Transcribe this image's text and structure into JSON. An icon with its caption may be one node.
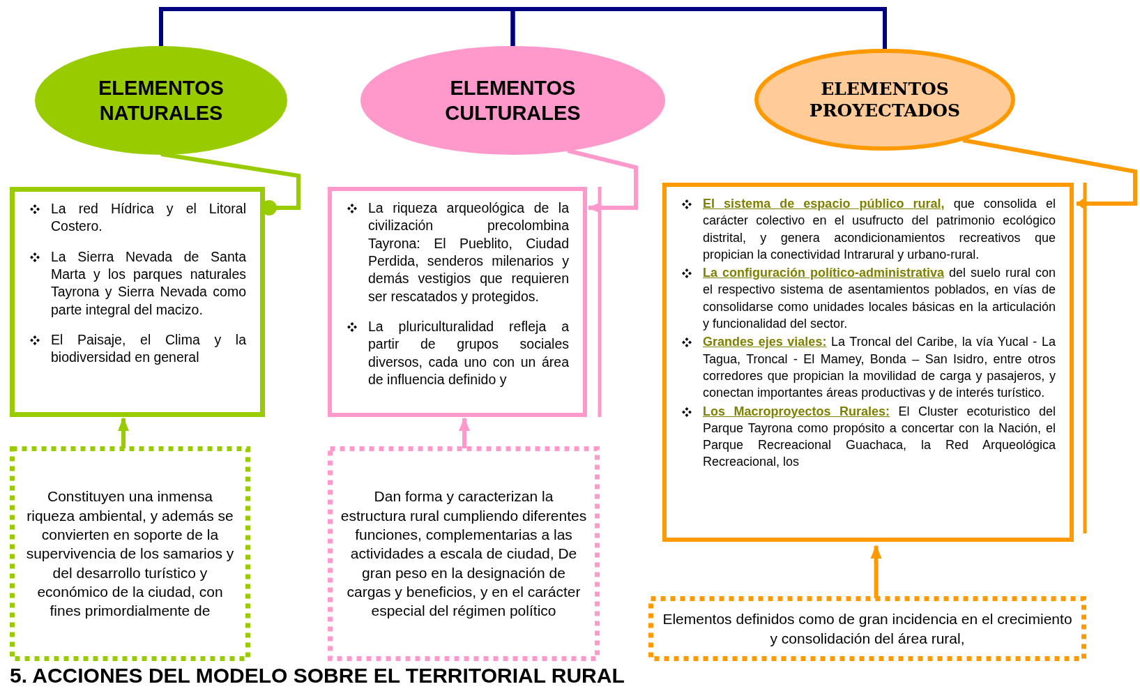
{
  "diagram": {
    "title": "5. ACCIONES DEL MODELO SOBRE EL TERRITORIAL RURAL",
    "nodes": [
      {
        "text": [
          "ELEMENTOS NATURALES"
        ]
      },
      {
        "text": [
          "ELEMENTOS CULTURALES"
        ]
      },
      {
        "text": [
          "ELEMENTOS PROYECTADOS"
        ]
      },
      {
        "text": [
          "La red Hídrica y el Litoral Costero.",
          "La Sierra Nevada de Santa Marta y los parques naturales Tayrona y Sierra Nevada como parte integral del macizo.",
          "El Paisaje, el Clima y la biodiversidad en general"
        ]
      },
      {
        "text": [
          "La riqueza arqueológica de la civilización precolombina Tayrona: El Pueblito, Ciudad Perdida, senderos milenarios y demás vestigios que requieren ser rescatados y protegidos.",
          "La pluriculturalidad refleja a partir de grupos sociales diversos, cada uno con un área de influencia definido y"
        ]
      },
      {
        "text": [
          "**El sistema de espacio público rural,** que consolida el carácter colectivo en el usufructo del patrimonio ecológico distrital, y genera acondicionamientos recreativos que propician la conectividad Intrarural y urbano-rural.",
          "**La configuración político-administrativa** del suelo rural con el respectivo sistema de asentamientos poblados, en vías de consolidarse como unidades locales básicas en la articulación y funcionalidad del sector.",
          "**Grandes ejes viales:** La Troncal del Caribe, la vía Yucal - La Tagua, Troncal - El Mamey, Bonda – San Isidro, entre otros corredores que propician la movilidad de carga y pasajeros, y conectan importantes áreas productivas y de interés turístico.",
          "**Los Macroproyectos Rurales:** El Cluster ecoturistico del Parque Tayrona como propósito a concertar con la Nación, el Parque Recreacional Guachaca, la Red Arqueológica Recreacional, los"
        ]
      },
      {
        "text": [
          "Constituyen una inmensa riqueza ambiental, y además se convierten en soporte de la supervivencia de los samarios y del desarrollo turístico y económico de la ciudad, con fines primordialmente de"
        ]
      },
      {
        "text": [
          "Dan forma y caracterizan la estructura rural cumpliendo diferentes funciones, complementarias a las actividades a escala de ciudad, De gran peso en la designación de cargas y beneficios, y en el carácter especial del régimen político"
        ]
      },
      {
        "text": [
          "Elementos definidos como de gran incidencia en el crecimiento y consolidación del área rural,"
        ]
      }
    ],
    "edges": [
      {
        "from": 0,
        "to": 1,
        "arrow": "none",
        "color": "#000080"
      },
      {
        "from": 1,
        "to": 2,
        "arrow": "none",
        "color": "#000080"
      },
      {
        "from": 0,
        "to": 3,
        "arrow": "other",
        "color": "#99cc00"
      },
      {
        "from": 1,
        "to": 4,
        "arrow": "to",
        "color": "#ff99cc"
      },
      {
        "from": 2,
        "to": 5,
        "arrow": "other",
        "color": "#ff9900"
      },
      {
        "from": 6,
        "to": 3,
        "arrow": "to",
        "color": "#99cc00"
      },
      {
        "from": 7,
        "to": 4,
        "arrow": "to",
        "color": "#ff99cc"
      },
      {
        "from": 8,
        "to": 5,
        "arrow": "to",
        "color": "#ff9900"
      }
    ]
  }
}
